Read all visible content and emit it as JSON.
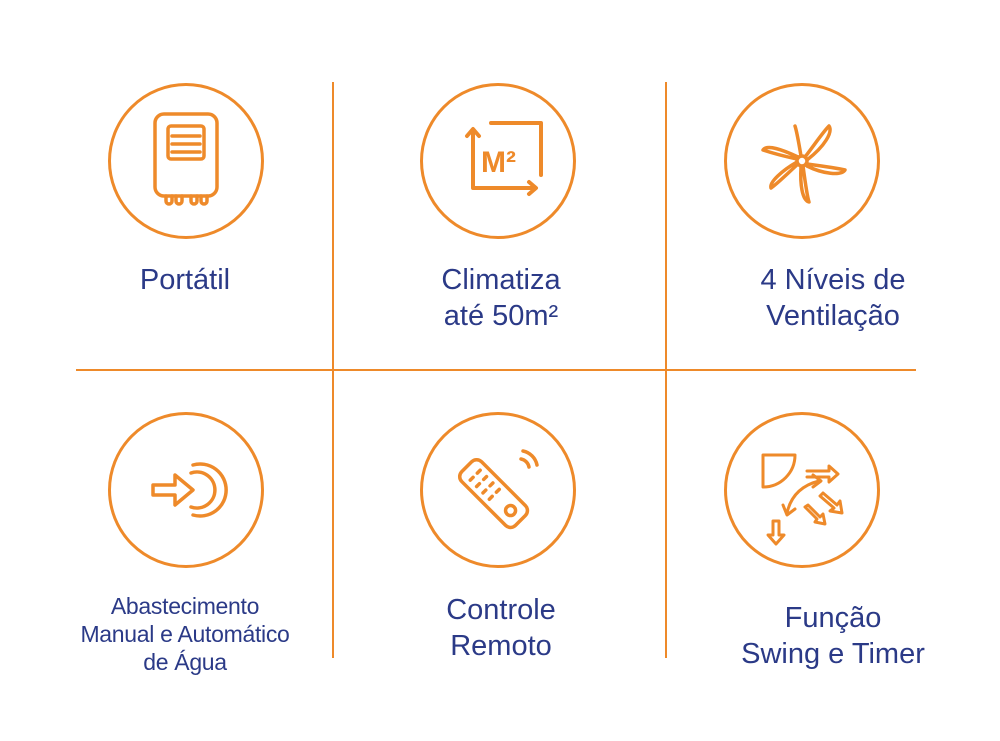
{
  "colors": {
    "accent": "#EE8A2A",
    "text": "#2B3A87"
  },
  "features": [
    {
      "icon": "portable-unit-icon",
      "lines": [
        "Portátil"
      ]
    },
    {
      "icon": "area-m2-icon",
      "badge": "M²",
      "lines": [
        "Climatiza",
        "até 50m²"
      ]
    },
    {
      "icon": "fan-icon",
      "lines": [
        "4 Níveis de",
        "Ventilação"
      ]
    },
    {
      "icon": "water-supply-icon",
      "lines": [
        "Abastecimento",
        "Manual e Automático",
        "de Água"
      ]
    },
    {
      "icon": "remote-control-icon",
      "lines": [
        "Controle",
        "Remoto"
      ]
    },
    {
      "icon": "swing-timer-icon",
      "lines": [
        "Função",
        "Swing e Timer"
      ]
    }
  ]
}
